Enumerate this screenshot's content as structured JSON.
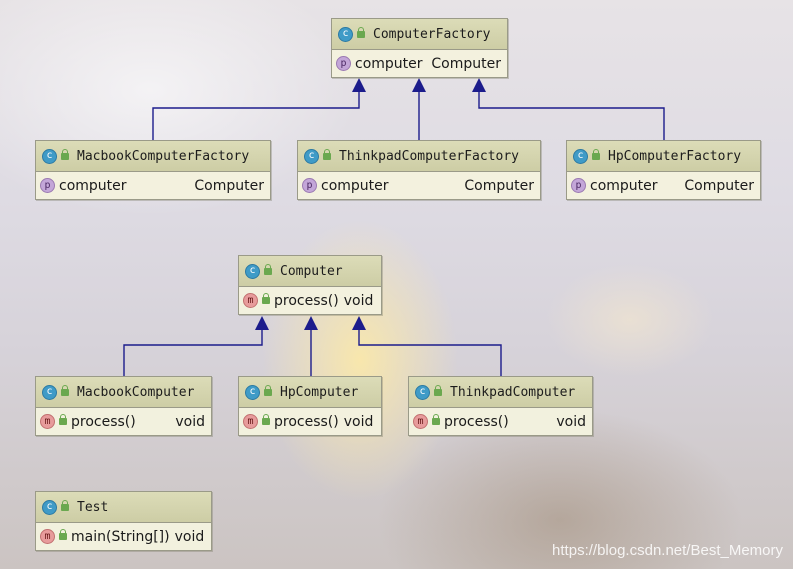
{
  "classes": [
    {
      "id": "computer-factory",
      "name": "ComputerFactory",
      "members": [
        {
          "kind": "p",
          "name": "computer",
          "type": "Computer"
        }
      ]
    },
    {
      "id": "macbook-computer-factory",
      "name": "MacbookComputerFactory",
      "members": [
        {
          "kind": "p",
          "name": "computer",
          "type": "Computer"
        }
      ]
    },
    {
      "id": "thinkpad-computer-factory",
      "name": "ThinkpadComputerFactory",
      "members": [
        {
          "kind": "p",
          "name": "computer",
          "type": "Computer"
        }
      ]
    },
    {
      "id": "hp-computer-factory",
      "name": "HpComputerFactory",
      "members": [
        {
          "kind": "p",
          "name": "computer",
          "type": "Computer"
        }
      ]
    },
    {
      "id": "computer",
      "name": "Computer",
      "members": [
        {
          "kind": "m",
          "name": "process()",
          "type": "void"
        }
      ]
    },
    {
      "id": "macbook-computer",
      "name": "MacbookComputer",
      "members": [
        {
          "kind": "m",
          "name": "process()",
          "type": "void"
        }
      ]
    },
    {
      "id": "hp-computer",
      "name": "HpComputer",
      "members": [
        {
          "kind": "m",
          "name": "process()",
          "type": "void"
        }
      ]
    },
    {
      "id": "thinkpad-computer",
      "name": "ThinkpadComputer",
      "members": [
        {
          "kind": "m",
          "name": "process()",
          "type": "void"
        }
      ]
    },
    {
      "id": "test",
      "name": "Test",
      "members": [
        {
          "kind": "m",
          "name": "main(String[])",
          "type": "void"
        }
      ]
    }
  ],
  "relations": [
    {
      "type": "inheritance",
      "from": "macbook-computer-factory",
      "to": "computer-factory"
    },
    {
      "type": "inheritance",
      "from": "thinkpad-computer-factory",
      "to": "computer-factory"
    },
    {
      "type": "inheritance",
      "from": "hp-computer-factory",
      "to": "computer-factory"
    },
    {
      "type": "inheritance",
      "from": "macbook-computer",
      "to": "computer"
    },
    {
      "type": "inheritance",
      "from": "hp-computer",
      "to": "computer"
    },
    {
      "type": "inheritance",
      "from": "thinkpad-computer",
      "to": "computer"
    }
  ],
  "badges": {
    "class": "c",
    "property": "p",
    "method": "m"
  },
  "colors": {
    "connector": "#1c1c8c",
    "class_badge": "#3f9bc7",
    "property_badge": "#c3a6d8",
    "method_badge": "#e79b9b",
    "lock": "#6aa84f"
  },
  "icons": [
    "class-icon",
    "property-icon",
    "method-icon",
    "lock-icon"
  ],
  "watermark": "https://blog.csdn.net/Best_Memory"
}
